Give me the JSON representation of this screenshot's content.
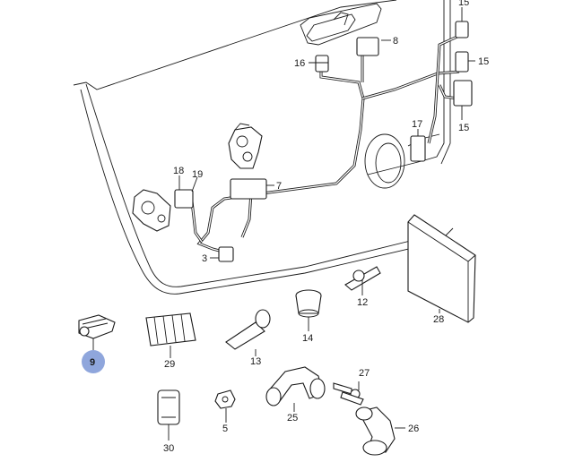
{
  "diagram": {
    "highlight_color": "#8fa6dc",
    "labels": {
      "p3": "3",
      "p5": "5",
      "p7": "7",
      "p8": "8",
      "p9": "9",
      "p12": "12",
      "p13": "13",
      "p14": "14",
      "p15a": "15",
      "p15b": "15",
      "p15c": "15",
      "p16": "16",
      "p17": "17",
      "p18": "18",
      "p19": "19",
      "p25": "25",
      "p26": "26",
      "p27": "27",
      "p28": "28",
      "p29": "29",
      "p30": "30"
    }
  }
}
